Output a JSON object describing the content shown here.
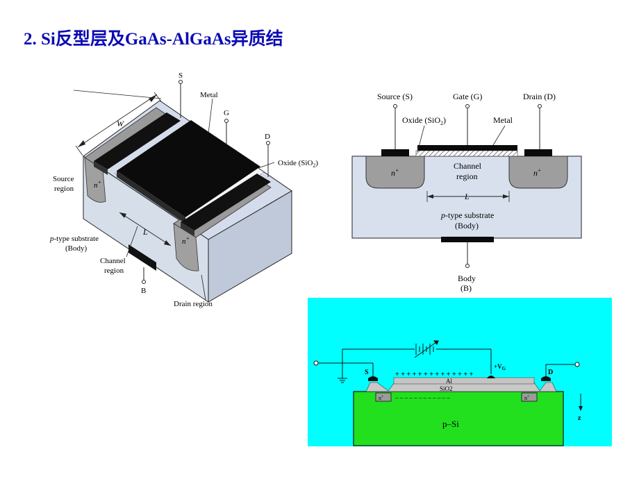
{
  "slide": {
    "title": "2. Si反型层及GaAs-AlGaAs异质结"
  },
  "figure_3d": {
    "labels": {
      "source_terminal": "S",
      "metal": "Metal",
      "gate_terminal": "G",
      "drain_terminal": "D",
      "oxide": "Oxide (SiO",
      "oxide_sub": "2",
      "oxide_close": ")",
      "width": "W",
      "source_region_1": "Source",
      "source_region_2": "region",
      "n_plus_source": "n",
      "n_plus_drain": "n",
      "plus": "+",
      "length": "L",
      "substrate_1_italic": "p",
      "substrate_1_rest": "-type substrate",
      "substrate_2": "(Body)",
      "channel_1": "Channel",
      "channel_2": "region",
      "body_terminal": "B",
      "drain_region": "Drain region"
    }
  },
  "figure_cross_section": {
    "labels": {
      "source": "Source (S)",
      "gate": "Gate (G)",
      "drain": "Drain (D)",
      "oxide": "Oxide (SiO",
      "oxide_sub": "2",
      "oxide_close": ")",
      "metal": "Metal",
      "n_plus": "n",
      "plus": "+",
      "channel_1": "Channel",
      "channel_2": "region",
      "length": "L",
      "substrate_italic": "p",
      "substrate_rest": "-type substrate",
      "body_paren": "(Body)",
      "body_terminal_1": "Body",
      "body_terminal_2": "(B)"
    }
  },
  "figure_inversion": {
    "colors": {
      "background": "#00ffff",
      "substrate": "#22e01e"
    },
    "labels": {
      "source": "S",
      "drain": "D",
      "gate_voltage": "+V",
      "gate_voltage_sub": "G",
      "charges": "+ + + + + + + + + + + + + +",
      "metal": "Al",
      "oxide": "SiO2",
      "n_plus": "n",
      "plus": "+",
      "inversion": "– – – – – – – – – – – –",
      "substrate": "p–Si",
      "axis": "z"
    }
  }
}
